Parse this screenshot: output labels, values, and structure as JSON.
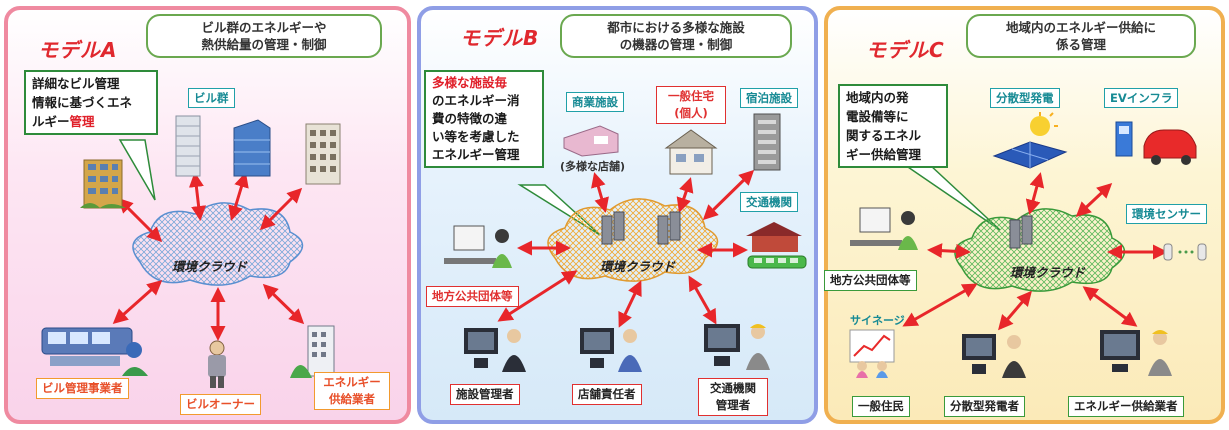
{
  "colors": {
    "arrow": "#e8262a",
    "panel_a_border": "#ef8aa0",
    "panel_b_border": "#8f9ee6",
    "panel_c_border": "#f0b050",
    "title": "#e0282e",
    "note_border": "#2e8b3a"
  },
  "panel_a": {
    "title": "モデルA",
    "desc_line1": "ビル群のエネルギーや",
    "desc_line2": "熱供給量の管理・制御",
    "note_line1": "詳細なビル管理",
    "note_line2": "情報に基づくエネ",
    "note_line3_black": "ルギー",
    "note_line3_red": "管理",
    "building_group_label": "ビル群",
    "cloud_label": "環境クラウド",
    "operator_label": "ビル管理事業者",
    "owner_label": "ビルオーナー",
    "supplier_line1": "エネルギー",
    "supplier_line2": "供給業者"
  },
  "panel_b": {
    "title": "モデルB",
    "desc_line1": "都市における多様な施設",
    "desc_line2": "の機器の管理・制御",
    "note_line1": "多様な施設毎",
    "note_line2": "のエネルギー消",
    "note_line3": "費の特徴の違",
    "note_line4": "い等を考慮した",
    "note_line5": "エネルギー管理",
    "commercial_label": "商業施設",
    "stores_label": "(多様な店舗)",
    "house_line1": "一般住宅",
    "house_line2": "(個人)",
    "lodging_label": "宿泊施設",
    "transport_label": "交通機関",
    "cloud_label": "環境クラウド",
    "gov_label": "地方公共団体等",
    "facility_mgr_label": "施設管理者",
    "store_mgr_label": "店舗責任者",
    "transport_mgr_line1": "交通機関",
    "transport_mgr_line2": "管理者"
  },
  "panel_c": {
    "title": "モデルC",
    "desc_line1": "地域内のエネルギー供給に",
    "desc_line2": "係る管理",
    "note_line1": "地域内の発",
    "note_line2": "電設備等に",
    "note_line3": "関するエネル",
    "note_line4": "ギー供給管理",
    "distributed_gen_label": "分散型発電",
    "ev_label": "EVインフラ",
    "sensor_label": "環境センサー",
    "cloud_label": "環境クラウド",
    "gov_label": "地方公共団体等",
    "signage_label": "サイネージ",
    "residents_label": "一般住民",
    "gen_operator_label": "分散型発電者",
    "supplier_label": "エネルギー供給業者"
  }
}
